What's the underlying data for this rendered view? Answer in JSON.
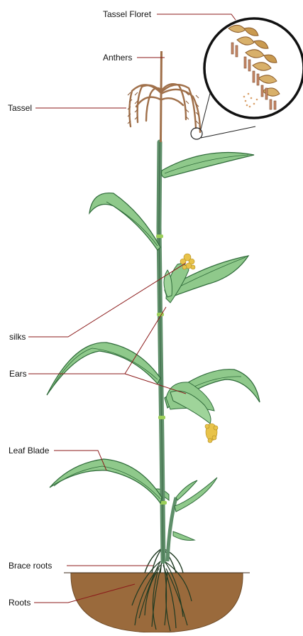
{
  "diagram": {
    "labels": {
      "tassel_floret": "Tassel Floret",
      "anthers": "Anthers",
      "tassel": "Tassel",
      "silks": "silks",
      "ears": "Ears",
      "leaf_blade": "Leaf Blade",
      "brace_roots": "Brace roots",
      "roots": "Roots"
    },
    "colors": {
      "leader_line": "#8b1a1a",
      "stalk": "#5f8f6a",
      "leaf_fill": "#8fc98b",
      "leaf_stroke": "#2f6b3a",
      "tassel": "#a0704a",
      "floret": "#c8a46a",
      "silk": "#e8c34a",
      "soil": "#9a6a3c",
      "roots": "#1f3a22"
    }
  }
}
